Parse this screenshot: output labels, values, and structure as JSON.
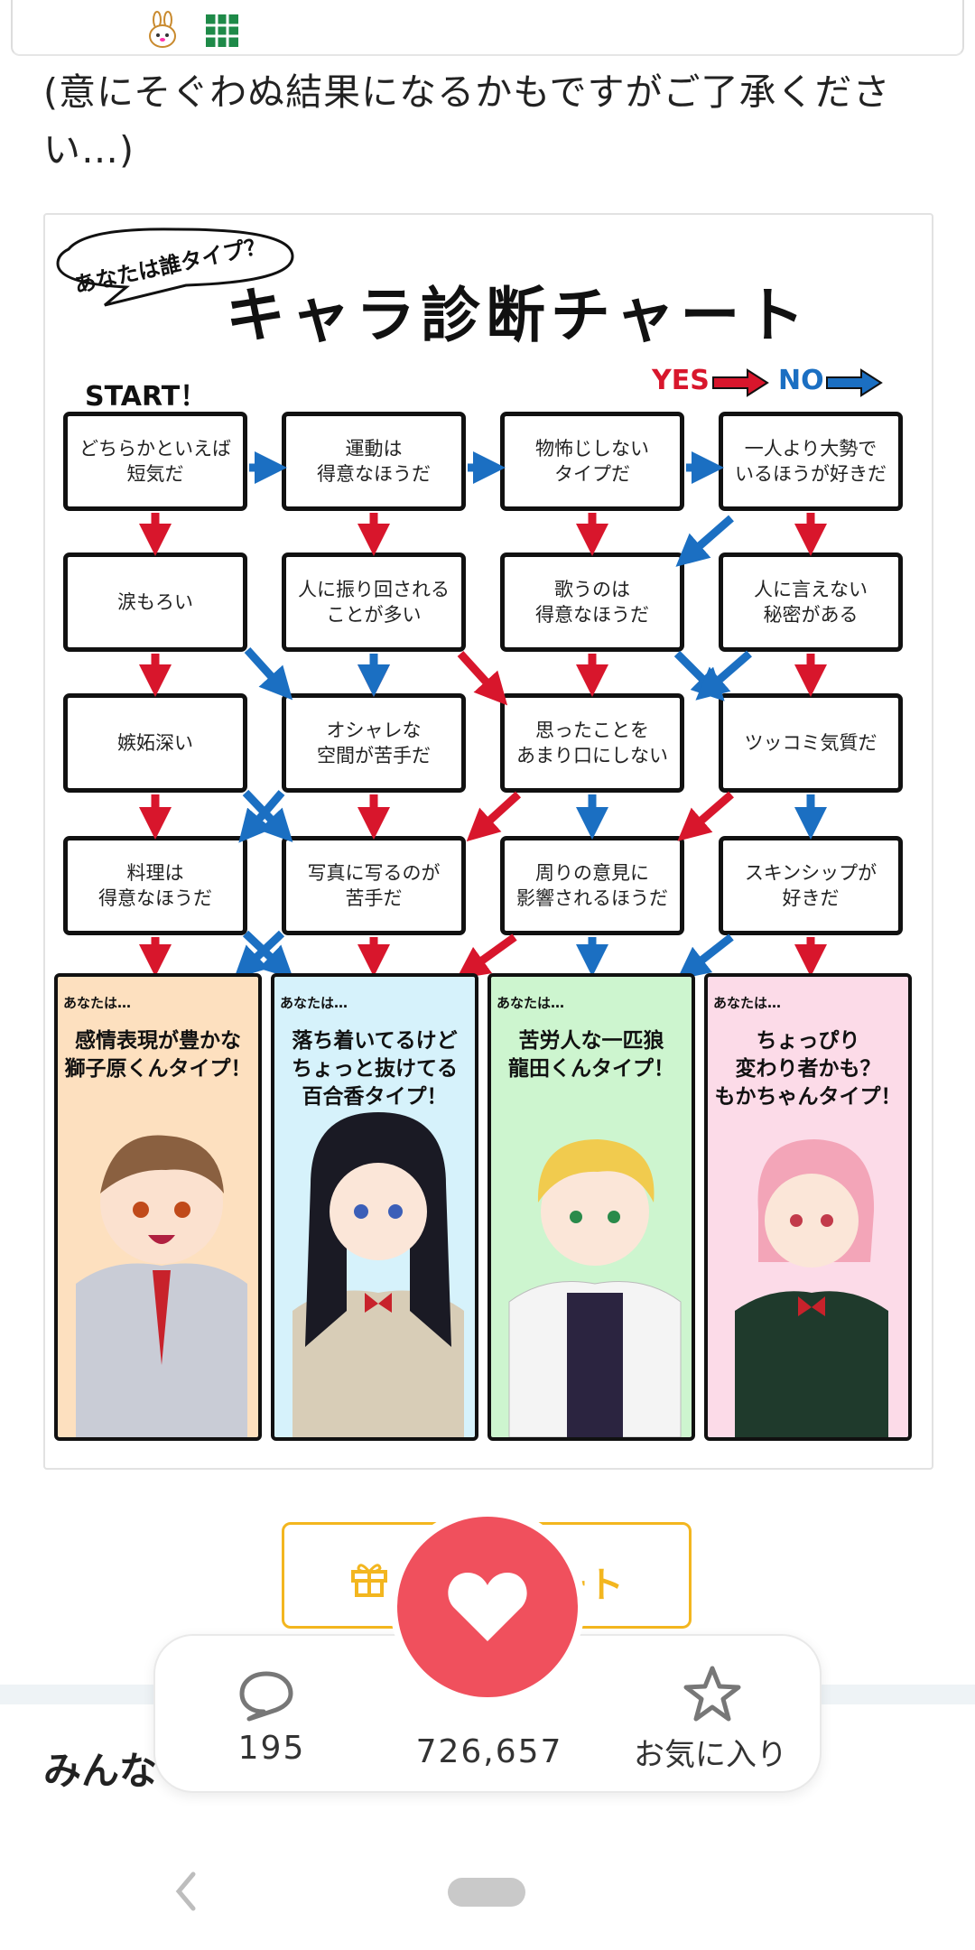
{
  "article": {
    "text": "(意にそぐわぬ結果になるかもですがご了承ください…)"
  },
  "chart_image": {
    "bubble_text": "あなたは誰タイプ？",
    "title": "キャラ診断チャート",
    "start_label": "START！",
    "legend_yes": "YES",
    "legend_no": "NO",
    "questions": [
      "どちらかといえば\n短気だ",
      "運動は\n得意なほうだ",
      "物怖じしない\nタイプだ",
      "一人より大勢で\nいるほうが好きだ",
      "涙もろい",
      "人に振り回される\nことが多い",
      "歌うのは\n得意なほうだ",
      "人に言えない\n秘密がある",
      "嫉妬深い",
      "オシャレな\n空間が苦手だ",
      "思ったことを\nあまり口にしない",
      "ツッコミ気質だ",
      "料理は\n得意なほうだ",
      "写真に写るのが\n苦手だ",
      "周りの意見に\n影響されるほうだ",
      "スキンシップが\n好きだ"
    ],
    "results": [
      {
        "you": "あなたは…",
        "type": "感情表現が豊かな\n獅子原くんタイプ！",
        "bg": "#fde0bf"
      },
      {
        "you": "あなたは…",
        "type": "落ち着いてるけど\nちょっと抜けてる\n百合香タイプ！",
        "bg": "#d6f2fb"
      },
      {
        "you": "あなたは…",
        "type": "苦労人な一匹狼\n龍田くんタイプ！",
        "bg": "#cdf5cf"
      },
      {
        "you": "あなたは…",
        "type": "ちょっぴり\n変わり者かも？\nもかちゃんタイプ！",
        "bg": "#fcdbe8"
      }
    ]
  },
  "support": {
    "label": "ート",
    "icon": "gift-icon"
  },
  "section": {
    "heading": "みんな"
  },
  "actions": {
    "comment_count": "195",
    "like_count": "726,657",
    "favorite_label": "お気に入り"
  },
  "colors": {
    "like": "#f0505d",
    "support": "#f3b61f",
    "yes_arrow": "#d8162c",
    "no_arrow": "#1b6fc2"
  }
}
